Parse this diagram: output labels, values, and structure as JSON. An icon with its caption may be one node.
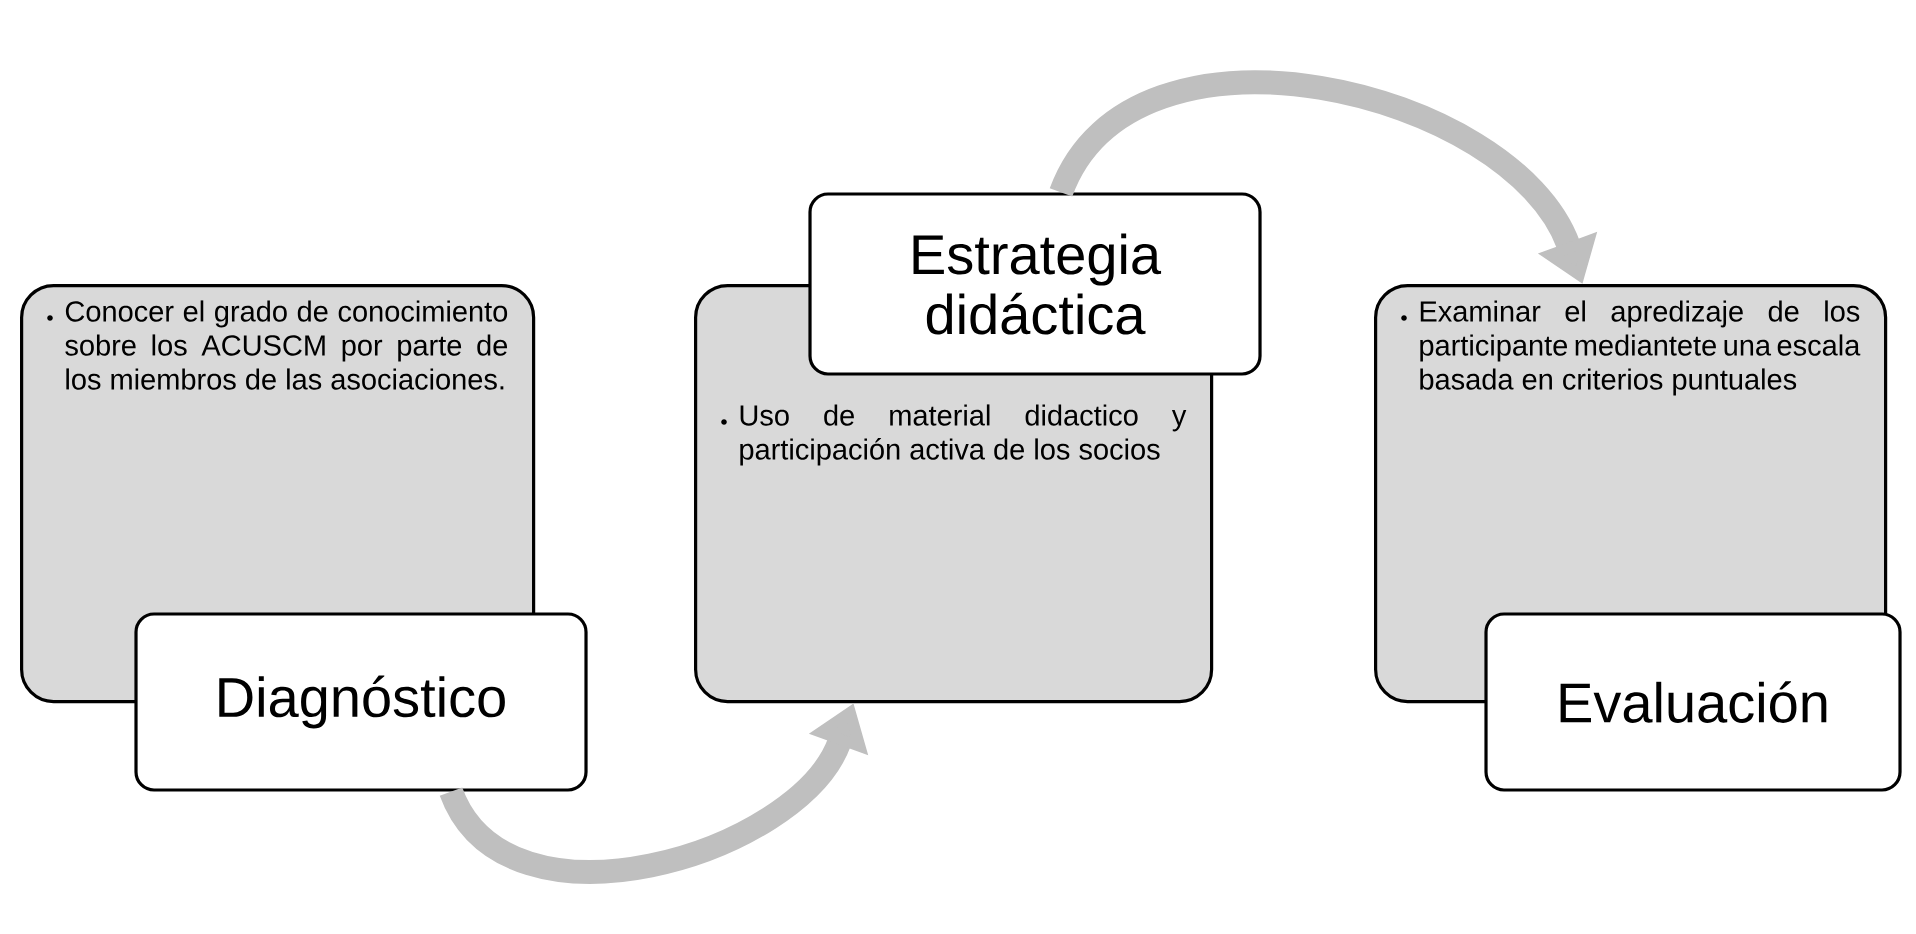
{
  "diagram": {
    "nodes": [
      {
        "text": [
          "Conocer el grado de conocimiento sobre los ACUSCM por parte de los miembros de las asociaciones."
        ]
      },
      {
        "text": [
          "Diagnóstico"
        ]
      },
      {
        "text": [
          "Estrategia didáctica"
        ]
      },
      {
        "text": [
          "Uso de material didactico y participación activa de los socios"
        ]
      },
      {
        "text": [
          "Examinar el apredizaje de los participante mediantete una escala basada en criterios puntuales"
        ]
      },
      {
        "text": [
          "Evaluación"
        ]
      }
    ],
    "edges": [
      {
        "from": 1,
        "to": 3,
        "arrow": "to"
      },
      {
        "from": 2,
        "to": 4,
        "arrow": "to"
      }
    ]
  }
}
